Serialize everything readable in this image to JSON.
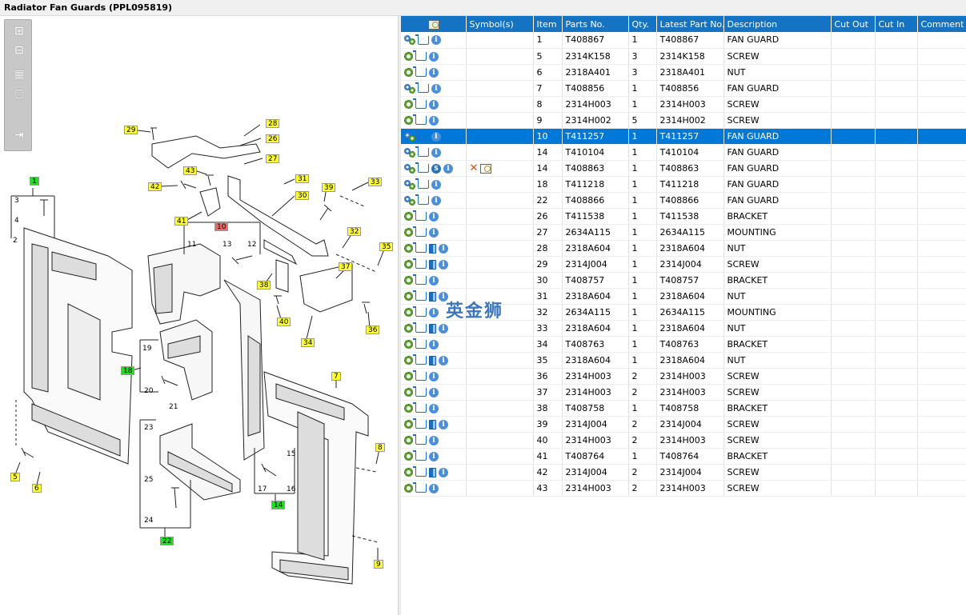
{
  "window": {
    "title": "Radiator Fan Guards (PPL095819)"
  },
  "toolbar": {
    "icons": [
      "zoom-in-icon",
      "zoom-out-icon",
      "fit-page-icon",
      "actual-size-icon",
      "export-icon"
    ]
  },
  "diagram": {
    "callouts": [
      {
        "label": "29",
        "color": "yellow"
      },
      {
        "label": "28",
        "color": "yellow"
      },
      {
        "label": "26",
        "color": "yellow"
      },
      {
        "label": "27",
        "color": "yellow"
      },
      {
        "label": "43",
        "color": "yellow"
      },
      {
        "label": "31",
        "color": "yellow"
      },
      {
        "label": "42",
        "color": "yellow"
      },
      {
        "label": "39",
        "color": "yellow"
      },
      {
        "label": "33",
        "color": "yellow"
      },
      {
        "label": "30",
        "color": "yellow"
      },
      {
        "label": "41",
        "color": "yellow"
      },
      {
        "label": "10",
        "color": "red"
      },
      {
        "label": "32",
        "color": "yellow"
      },
      {
        "label": "35",
        "color": "yellow"
      },
      {
        "label": "37",
        "color": "yellow"
      },
      {
        "label": "38",
        "color": "yellow"
      },
      {
        "label": "40",
        "color": "yellow"
      },
      {
        "label": "36",
        "color": "yellow"
      },
      {
        "label": "34",
        "color": "yellow"
      },
      {
        "label": "1",
        "color": "green"
      },
      {
        "label": "18",
        "color": "green"
      },
      {
        "label": "7",
        "color": "yellow"
      },
      {
        "label": "8",
        "color": "yellow"
      },
      {
        "label": "5",
        "color": "yellow"
      },
      {
        "label": "6",
        "color": "yellow"
      },
      {
        "label": "14",
        "color": "green"
      },
      {
        "label": "22",
        "color": "green"
      },
      {
        "label": "9",
        "color": "yellow"
      }
    ],
    "plain_labels": [
      "3",
      "4",
      "2",
      "11",
      "13",
      "12",
      "19",
      "20",
      "21",
      "23",
      "25",
      "24",
      "15",
      "16",
      "17"
    ]
  },
  "table": {
    "columns": [
      "",
      "Symbol(s)",
      "Item",
      "Parts No.",
      "Qty.",
      "Latest Part No.",
      "Description",
      "Cut Out",
      "Cut In",
      "Comment"
    ],
    "header_icon": "search-icon",
    "rows": [
      {
        "icons": [
          "gears",
          "cart",
          "info"
        ],
        "sym": "",
        "item": "1",
        "part": "T408867",
        "qty": "1",
        "latest": "T408867",
        "desc": "FAN GUARD"
      },
      {
        "icons": [
          "gear",
          "cart",
          "info"
        ],
        "sym": "",
        "item": "5",
        "part": "2314K158",
        "qty": "3",
        "latest": "2314K158",
        "desc": "SCREW"
      },
      {
        "icons": [
          "gear",
          "cart",
          "info"
        ],
        "sym": "",
        "item": "6",
        "part": "2318A401",
        "qty": "3",
        "latest": "2318A401",
        "desc": "NUT"
      },
      {
        "icons": [
          "gears",
          "cart",
          "info"
        ],
        "sym": "",
        "item": "7",
        "part": "T408856",
        "qty": "1",
        "latest": "T408856",
        "desc": "FAN GUARD"
      },
      {
        "icons": [
          "gear",
          "cart",
          "info"
        ],
        "sym": "",
        "item": "8",
        "part": "2314H003",
        "qty": "1",
        "latest": "2314H003",
        "desc": "SCREW"
      },
      {
        "icons": [
          "gear",
          "cart",
          "info"
        ],
        "sym": "",
        "item": "9",
        "part": "2314H002",
        "qty": "5",
        "latest": "2314H002",
        "desc": "SCREW"
      },
      {
        "icons": [
          "gears",
          "cart",
          "info"
        ],
        "sym": "",
        "item": "10",
        "part": "T411257",
        "qty": "1",
        "latest": "T411257",
        "desc": "FAN GUARD",
        "selected": true
      },
      {
        "icons": [
          "gears",
          "cart",
          "info"
        ],
        "sym": "",
        "item": "14",
        "part": "T410104",
        "qty": "1",
        "latest": "T410104",
        "desc": "FAN GUARD"
      },
      {
        "icons": [
          "gears",
          "cart",
          "s",
          "info"
        ],
        "sym": "x-mag",
        "item": "14",
        "part": "T408863",
        "qty": "1",
        "latest": "T408863",
        "desc": "FAN GUARD"
      },
      {
        "icons": [
          "gears",
          "cart",
          "info"
        ],
        "sym": "",
        "item": "18",
        "part": "T411218",
        "qty": "1",
        "latest": "T411218",
        "desc": "FAN GUARD"
      },
      {
        "icons": [
          "gears",
          "cart",
          "info"
        ],
        "sym": "",
        "item": "22",
        "part": "T408866",
        "qty": "1",
        "latest": "T408866",
        "desc": "FAN GUARD"
      },
      {
        "icons": [
          "gear",
          "cart",
          "info"
        ],
        "sym": "",
        "item": "26",
        "part": "T411538",
        "qty": "1",
        "latest": "T411538",
        "desc": "BRACKET"
      },
      {
        "icons": [
          "gear",
          "cart",
          "info"
        ],
        "sym": "",
        "item": "27",
        "part": "2634A115",
        "qty": "1",
        "latest": "2634A115",
        "desc": "MOUNTING"
      },
      {
        "icons": [
          "gear",
          "cart",
          "book",
          "info"
        ],
        "sym": "",
        "item": "28",
        "part": "2318A604",
        "qty": "1",
        "latest": "2318A604",
        "desc": "NUT"
      },
      {
        "icons": [
          "gear",
          "cart",
          "book",
          "info"
        ],
        "sym": "",
        "item": "29",
        "part": "2314J004",
        "qty": "1",
        "latest": "2314J004",
        "desc": "SCREW"
      },
      {
        "icons": [
          "gear",
          "cart",
          "info"
        ],
        "sym": "",
        "item": "30",
        "part": "T408757",
        "qty": "1",
        "latest": "T408757",
        "desc": "BRACKET"
      },
      {
        "icons": [
          "gear",
          "cart",
          "book",
          "info"
        ],
        "sym": "",
        "item": "31",
        "part": "2318A604",
        "qty": "1",
        "latest": "2318A604",
        "desc": "NUT"
      },
      {
        "icons": [
          "gear",
          "cart",
          "info"
        ],
        "sym": "",
        "item": "32",
        "part": "2634A115",
        "qty": "1",
        "latest": "2634A115",
        "desc": "MOUNTING"
      },
      {
        "icons": [
          "gear",
          "cart",
          "book",
          "info"
        ],
        "sym": "",
        "item": "33",
        "part": "2318A604",
        "qty": "1",
        "latest": "2318A604",
        "desc": "NUT"
      },
      {
        "icons": [
          "gear",
          "cart",
          "info"
        ],
        "sym": "",
        "item": "34",
        "part": "T408763",
        "qty": "1",
        "latest": "T408763",
        "desc": "BRACKET"
      },
      {
        "icons": [
          "gear",
          "cart",
          "book",
          "info"
        ],
        "sym": "",
        "item": "35",
        "part": "2318A604",
        "qty": "1",
        "latest": "2318A604",
        "desc": "NUT"
      },
      {
        "icons": [
          "gear",
          "cart",
          "info"
        ],
        "sym": "",
        "item": "36",
        "part": "2314H003",
        "qty": "2",
        "latest": "2314H003",
        "desc": "SCREW"
      },
      {
        "icons": [
          "gear",
          "cart",
          "info"
        ],
        "sym": "",
        "item": "37",
        "part": "2314H003",
        "qty": "2",
        "latest": "2314H003",
        "desc": "SCREW"
      },
      {
        "icons": [
          "gear",
          "cart",
          "info"
        ],
        "sym": "",
        "item": "38",
        "part": "T408758",
        "qty": "1",
        "latest": "T408758",
        "desc": "BRACKET"
      },
      {
        "icons": [
          "gear",
          "cart",
          "book",
          "info"
        ],
        "sym": "",
        "item": "39",
        "part": "2314J004",
        "qty": "2",
        "latest": "2314J004",
        "desc": "SCREW"
      },
      {
        "icons": [
          "gear",
          "cart",
          "info"
        ],
        "sym": "",
        "item": "40",
        "part": "2314H003",
        "qty": "2",
        "latest": "2314H003",
        "desc": "SCREW"
      },
      {
        "icons": [
          "gear",
          "cart",
          "info"
        ],
        "sym": "",
        "item": "41",
        "part": "T408764",
        "qty": "1",
        "latest": "T408764",
        "desc": "BRACKET"
      },
      {
        "icons": [
          "gear",
          "cart",
          "book",
          "info"
        ],
        "sym": "",
        "item": "42",
        "part": "2314J004",
        "qty": "2",
        "latest": "2314J004",
        "desc": "SCREW"
      },
      {
        "icons": [
          "gear",
          "cart",
          "info"
        ],
        "sym": "",
        "item": "43",
        "part": "2314H003",
        "qty": "2",
        "latest": "2314H003",
        "desc": "SCREW"
      }
    ]
  },
  "watermark": {
    "text": "英金狮"
  },
  "colors": {
    "header_bg": "#1573c4",
    "selected_row": "#0078d7",
    "callout_yellow": "#ffff33",
    "callout_green": "#22dd22",
    "callout_red": "#ee6666"
  }
}
